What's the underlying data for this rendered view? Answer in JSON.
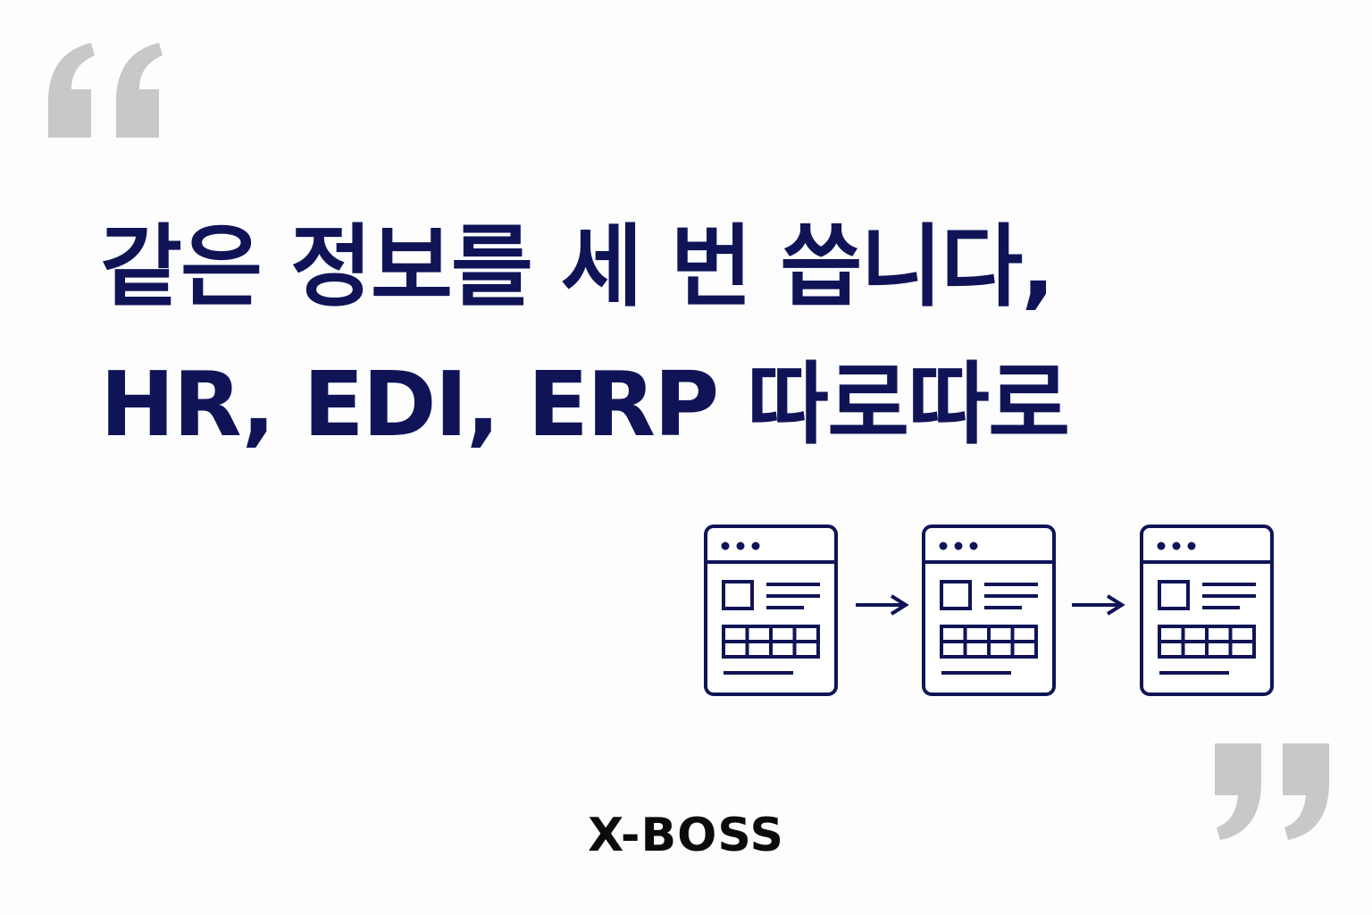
{
  "headline": {
    "line1": "같은 정보를 세 번 씁니다,",
    "line2": "HR, EDI, ERP 따로따로"
  },
  "brand": "X-BOSS",
  "icons": {
    "open_quote": "open-quote-icon",
    "close_quote": "close-quote-icon",
    "window": "browser-window-icon",
    "arrow": "arrow-right-icon"
  },
  "colors": {
    "primary_navy": "#101457",
    "quote_gray": "#c8c8c8",
    "brand_black": "#0b0b0b",
    "background": "#fdfdfd"
  }
}
